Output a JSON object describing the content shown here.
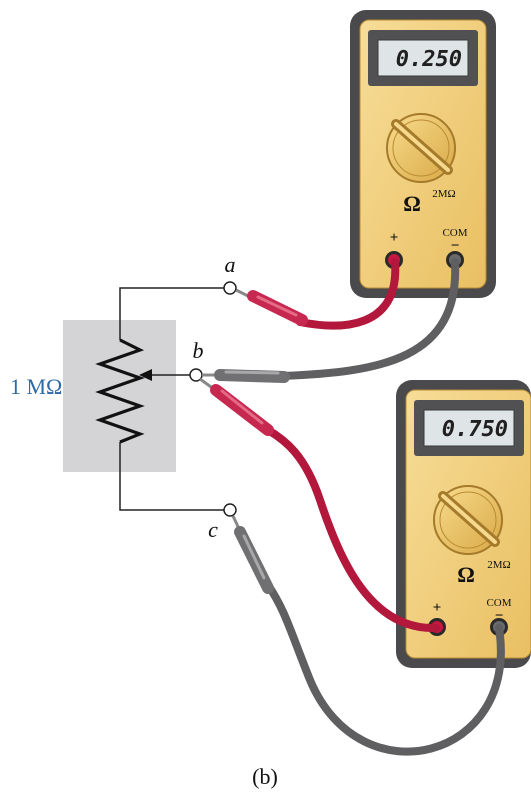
{
  "resistor": {
    "label": "1 MΩ"
  },
  "terminals": {
    "a": "a",
    "b": "b",
    "c": "c"
  },
  "meter_top": {
    "reading": "0.250",
    "range_symbol": "Ω",
    "range_value": "2MΩ",
    "plus": "+",
    "com": "COM",
    "minus": "−"
  },
  "meter_bottom": {
    "reading": "0.750",
    "range_symbol": "Ω",
    "range_value": "2MΩ",
    "plus": "+",
    "com": "COM",
    "minus": "−"
  },
  "caption": "(b)",
  "colors": {
    "case": "#4a4a4c",
    "body": "#f1cf7c",
    "lcd": "#dfe4e6",
    "red_lead": "#b3173b",
    "gray_lead": "#5f5f61",
    "resistor_bg": "#d4d4d6",
    "label_blue": "#2e6aa8"
  }
}
